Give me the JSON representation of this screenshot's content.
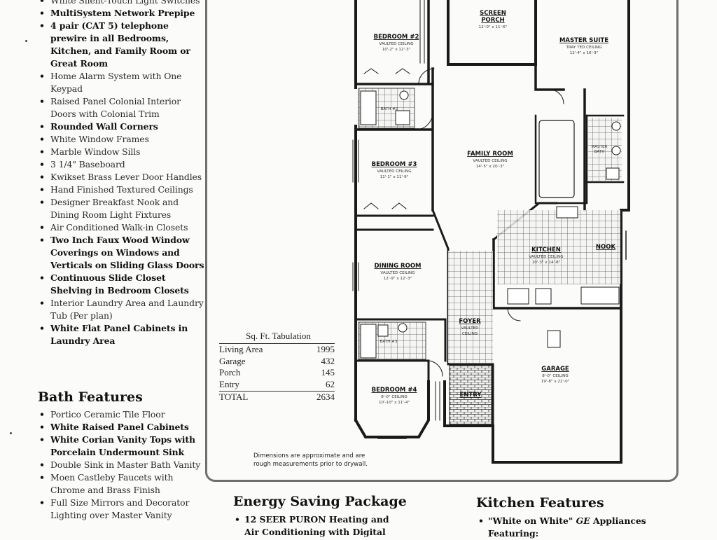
{
  "features": {
    "interior_items": [
      {
        "text": "White Silent-Touch Light Switches",
        "bold": false
      },
      {
        "text": "MultiSystem Network Prepipe",
        "bold": true
      },
      {
        "text": "4 pair (CAT 5) telephone prewire in all Bedrooms, Kitchen, and Family Room or Great Room",
        "bold": true
      },
      {
        "text": "Home Alarm System with One Keypad",
        "bold": false
      },
      {
        "text": "Raised Panel Colonial Interior Doors with Colonial Trim",
        "bold": false
      },
      {
        "text": "Rounded Wall Corners",
        "bold": true
      },
      {
        "text": "White Window Frames",
        "bold": false
      },
      {
        "text": "Marble Window Sills",
        "bold": false
      },
      {
        "text": "3 1/4\" Baseboard",
        "bold": false
      },
      {
        "text": "Kwikset Brass Lever Door Handles",
        "bold": false
      },
      {
        "text": "Hand Finished Textured Ceilings",
        "bold": false
      },
      {
        "text": "Designer Breakfast Nook and Dining Room Light Fixtures",
        "bold": false
      },
      {
        "text": "Air Conditioned Walk-in Closets",
        "bold": false
      },
      {
        "text": "Two Inch Faux Wood Window Coverings on Windows and Verticals on Sliding Glass Doors",
        "bold": true
      },
      {
        "text": "Continuous Slide Closet Shelving in Bedroom Closets",
        "bold": true
      },
      {
        "text": "Interior Laundry Area and Laundry Tub (Per plan)",
        "bold": false
      },
      {
        "text": "White Flat Panel Cabinets in Laundry Area",
        "bold": true
      }
    ],
    "bath_heading": "Bath Features",
    "bath_items": [
      {
        "text": "Portico Ceramic Tile Floor",
        "bold": false
      },
      {
        "text": "White Raised Panel Cabinets",
        "bold": true
      },
      {
        "text": "White Corian Vanity Tops with Porcelain Undermount Sink",
        "bold": true
      },
      {
        "text": "Double Sink in Master Bath Vanity",
        "bold": false
      },
      {
        "text": "Moen Castleby Faucets with Chrome and Brass Finish",
        "bold": false
      },
      {
        "text": "Full Size Mirrors and Decorator Lighting over Master Vanity",
        "bold": false
      }
    ]
  },
  "floor_plan": {
    "rooms": {
      "bedroom2": {
        "name": "BEDROOM #2",
        "detail1": "VAULTED CEILING",
        "detail2": "10'-2\" x 12'-3\""
      },
      "screen_porch": {
        "name": "SCREEN",
        "name2": "PORCH",
        "detail2": "12'-0\" x 11'-6\""
      },
      "master_suite": {
        "name": "MASTER SUITE",
        "detail1": "TRAY TED CEILING",
        "detail2": "12'-4\" x 16'-3\""
      },
      "bath2": {
        "name": "BATH #2"
      },
      "master_bath": {
        "name": "MASTER",
        "name2": "BATH"
      },
      "bedroom3": {
        "name": "BEDROOM #3",
        "detail1": "VAULTED CEILING",
        "detail2": "11'-1\" x 11'-9\""
      },
      "family_room": {
        "name": "FAMILY ROOM",
        "detail1": "VAULTED CEILING",
        "detail2": "14'-5\" x 20'-3\""
      },
      "dining_room": {
        "name": "DINING ROOM",
        "detail1": "VAULTED CEILING",
        "detail2": "12'-9\" x 12'-3\""
      },
      "kitchen": {
        "name": "KITCHEN",
        "detail1": "VAULTED CEILING",
        "detail2": "10'-3\" x 14'-8\""
      },
      "nook": {
        "name": "NOOK"
      },
      "foyer": {
        "name": "FOYER",
        "detail1": "VAULTED",
        "detail2": "CEILING"
      },
      "bath3": {
        "name": "BATH #3"
      },
      "garage": {
        "name": "GARAGE",
        "detail1": "8'-0\" CEILING",
        "detail2": "19'-8\" x 22'-0\""
      },
      "bedroom4": {
        "name": "BEDROOM #4",
        "detail1": "8'-0\" CEILING",
        "detail2": "10'-10\" x 11'-4\""
      },
      "entry": {
        "name": "ENTRY"
      }
    },
    "sqft_table": {
      "title": "Sq. Ft. Tabulation",
      "rows": [
        {
          "label": "Living Area",
          "value": "1995"
        },
        {
          "label": "Garage",
          "value": "432"
        },
        {
          "label": "Porch",
          "value": "145"
        },
        {
          "label": "Entry",
          "value": "62"
        }
      ],
      "total_label": "TOTAL",
      "total_value": "2634"
    },
    "note_line1": "Dimensions are approximate and are",
    "note_line2": "rough measurements prior to drywall."
  },
  "energy": {
    "heading": "Energy Saving Package",
    "item1_line1": "12 SEER PURON Heating and",
    "item1_line2": "Air Conditioning with Digital"
  },
  "kitchen_features": {
    "heading": "Kitchen Features",
    "item1_prefix": "\"White on White\" ",
    "item1_brand": "GE",
    "item1_suffix": " Appliances",
    "item1_line2": "Featuring:"
  }
}
